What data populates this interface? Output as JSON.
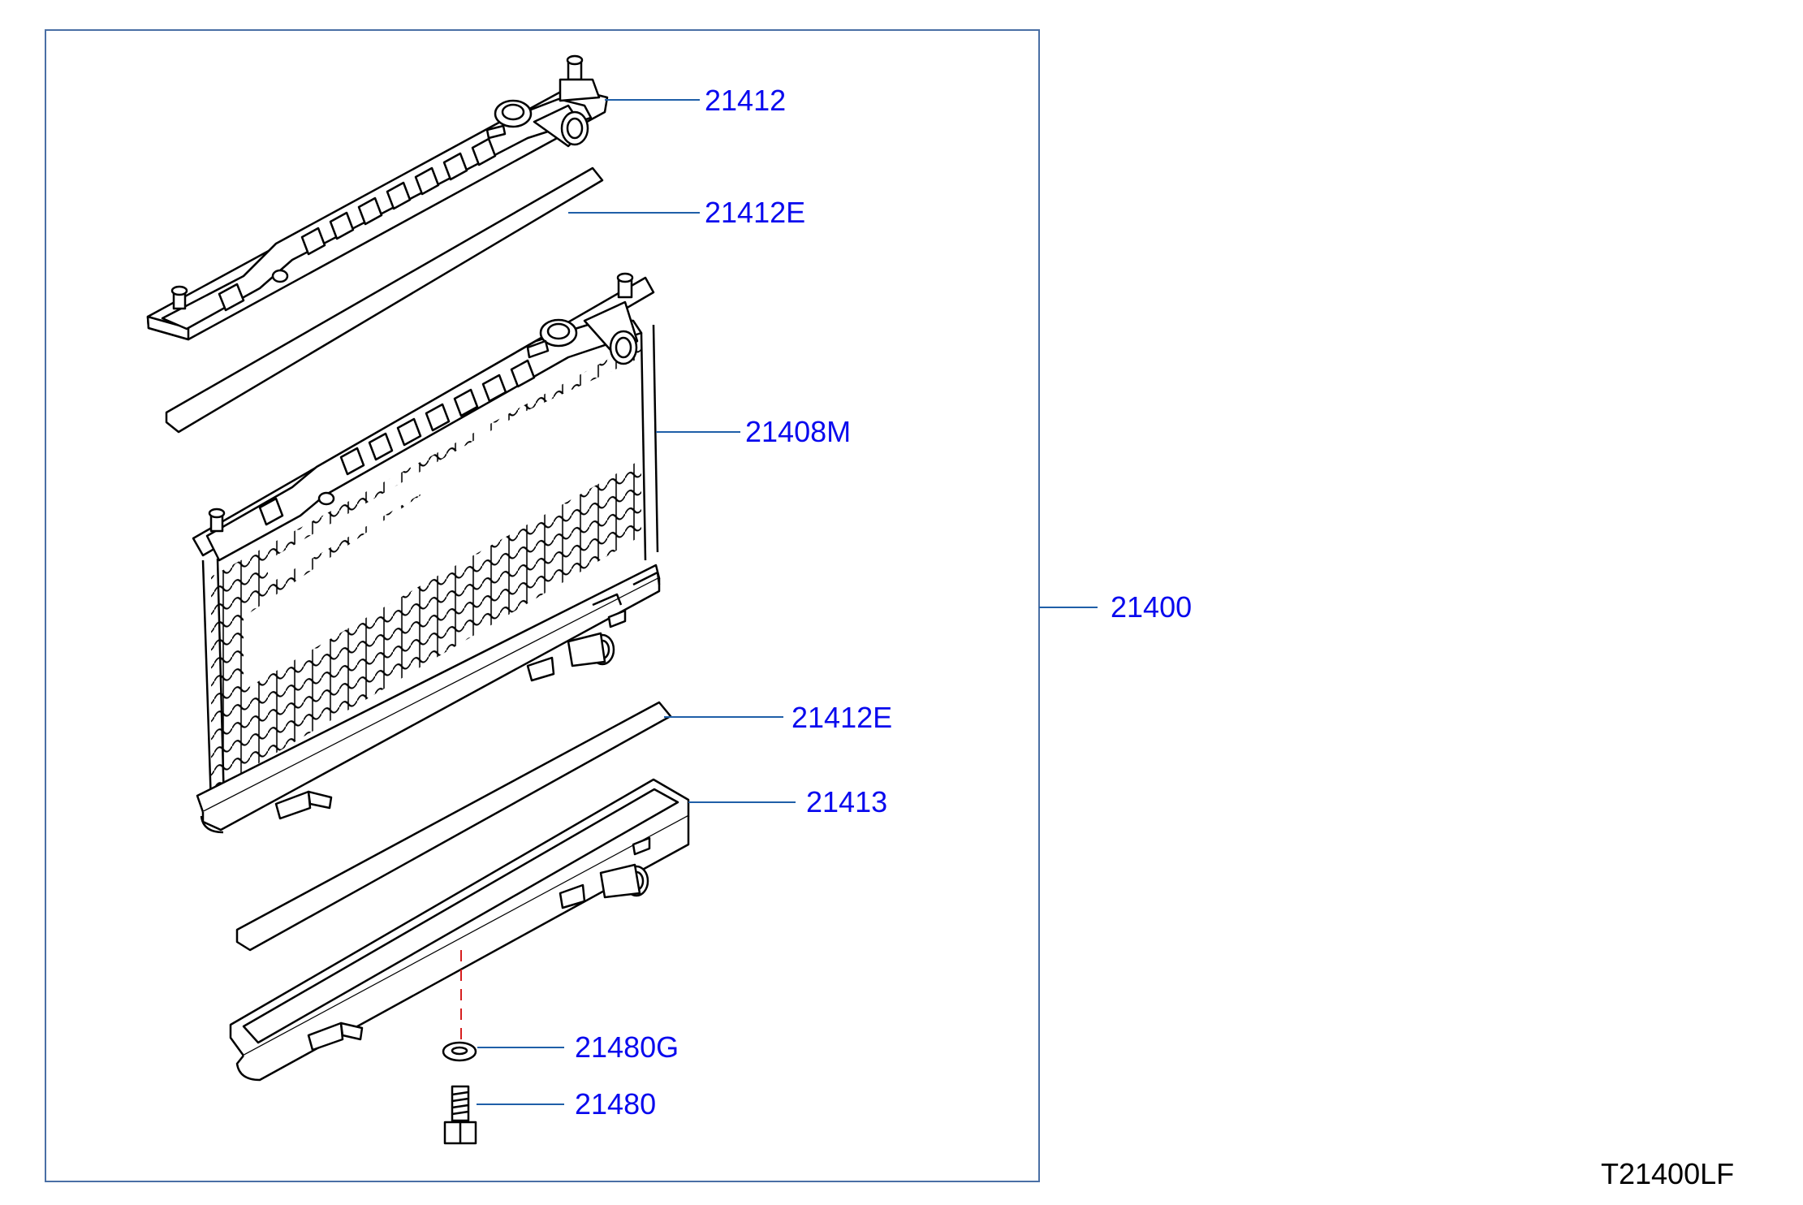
{
  "colors": {
    "callout_text": "#0a0aee",
    "leader_line": "#1f5fa8",
    "frame_border": "#4a6fa5",
    "drawing_line": "#000000",
    "dashed_axis": "#d62020",
    "ref_code": "#000000"
  },
  "callouts": [
    {
      "id": "c1",
      "label": "21412"
    },
    {
      "id": "c2",
      "label": "21412E"
    },
    {
      "id": "c3",
      "label": "21408M"
    },
    {
      "id": "c4",
      "label": "21400"
    },
    {
      "id": "c5",
      "label": "21412E"
    },
    {
      "id": "c6",
      "label": "21413"
    },
    {
      "id": "c7",
      "label": "21480G"
    },
    {
      "id": "c8",
      "label": "21480"
    }
  ],
  "drawing_code": "T21400LF"
}
